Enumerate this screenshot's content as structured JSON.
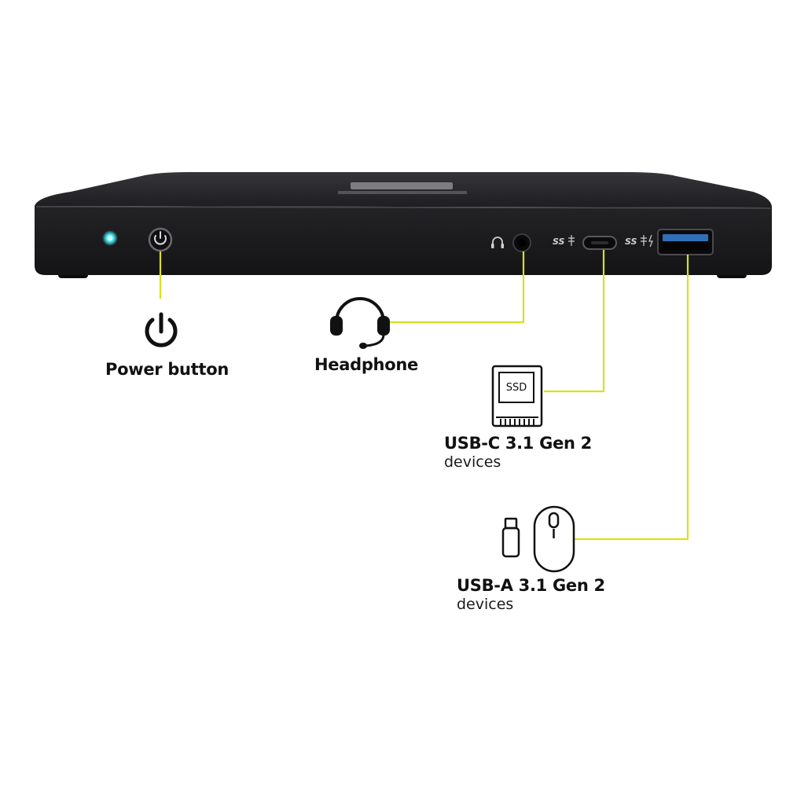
{
  "colors": {
    "background": "#ffffff",
    "dock_body": "#1c1c1e",
    "dock_top": "#2a2a2d",
    "callout_line": "#d9e021",
    "led": "#3fe0e8",
    "icon_stroke": "#111111"
  },
  "dock": {
    "ports_left": [
      {
        "id": "status-led",
        "icon": "led-indicator"
      },
      {
        "id": "power-button",
        "icon": "power-icon"
      }
    ],
    "ports_right": [
      {
        "id": "audio-jack",
        "icon": "headphone-jack"
      },
      {
        "id": "usb-c-port",
        "icon": "usb-c-port",
        "badge": "SS"
      },
      {
        "id": "usb-a-port",
        "icon": "usb-a-port",
        "badge": "SS"
      }
    ]
  },
  "callouts": {
    "power": {
      "title": "Power button",
      "icon": "power-icon"
    },
    "headphone": {
      "title": "Headphone",
      "icon": "headset-icon"
    },
    "usb_c": {
      "title": "USB-C 3.1 Gen 2",
      "subtitle": "devices",
      "icon": "ssd-icon",
      "icon_text": "SSD"
    },
    "usb_a": {
      "title": "USB-A 3.1 Gen 2",
      "subtitle": "devices",
      "icons": [
        "usb-stick-icon",
        "mouse-icon"
      ]
    }
  }
}
